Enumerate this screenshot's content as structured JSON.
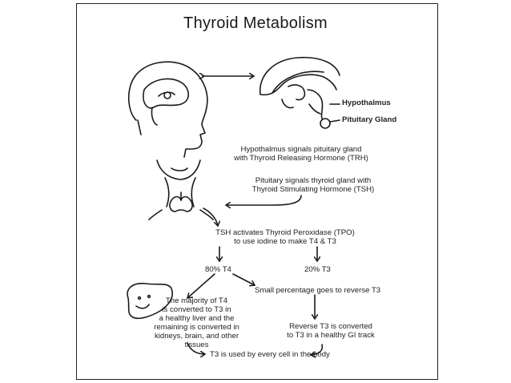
{
  "diagram": {
    "title": "Thyroid Metabolism",
    "labels": {
      "hypothalmus": "Hypothalmus",
      "pituitary": "Pituitary Gland"
    },
    "steps": {
      "trh": "Hypothalmus signals pituitary gland\nwith Thyroid Releasing Hormone (TRH)",
      "tsh": "Pituitary signals thyroid gland with\nThyroid Stimulating Hormone (TSH)",
      "tpo": "TSH activates Thyroid Peroxidase (TPO)\nto use iodine to make T4 & T3",
      "t4_pct": "80% T4",
      "t3_pct": "20% T3",
      "reverse": "Small percentage goes to reverse T3",
      "liver": "The majority of T4\nis converted to T3 in\na healthy liver and the\nremaining is converted in\nkidneys, brain, and other tissues",
      "gi": "Reverse T3 is converted\nto T3 in a healthy GI track",
      "final": "T3 is used by every cell in the body"
    },
    "icons": [
      "head-brain-icon",
      "brain-section-icon",
      "neck-thyroid-icon",
      "liver-icon"
    ]
  }
}
